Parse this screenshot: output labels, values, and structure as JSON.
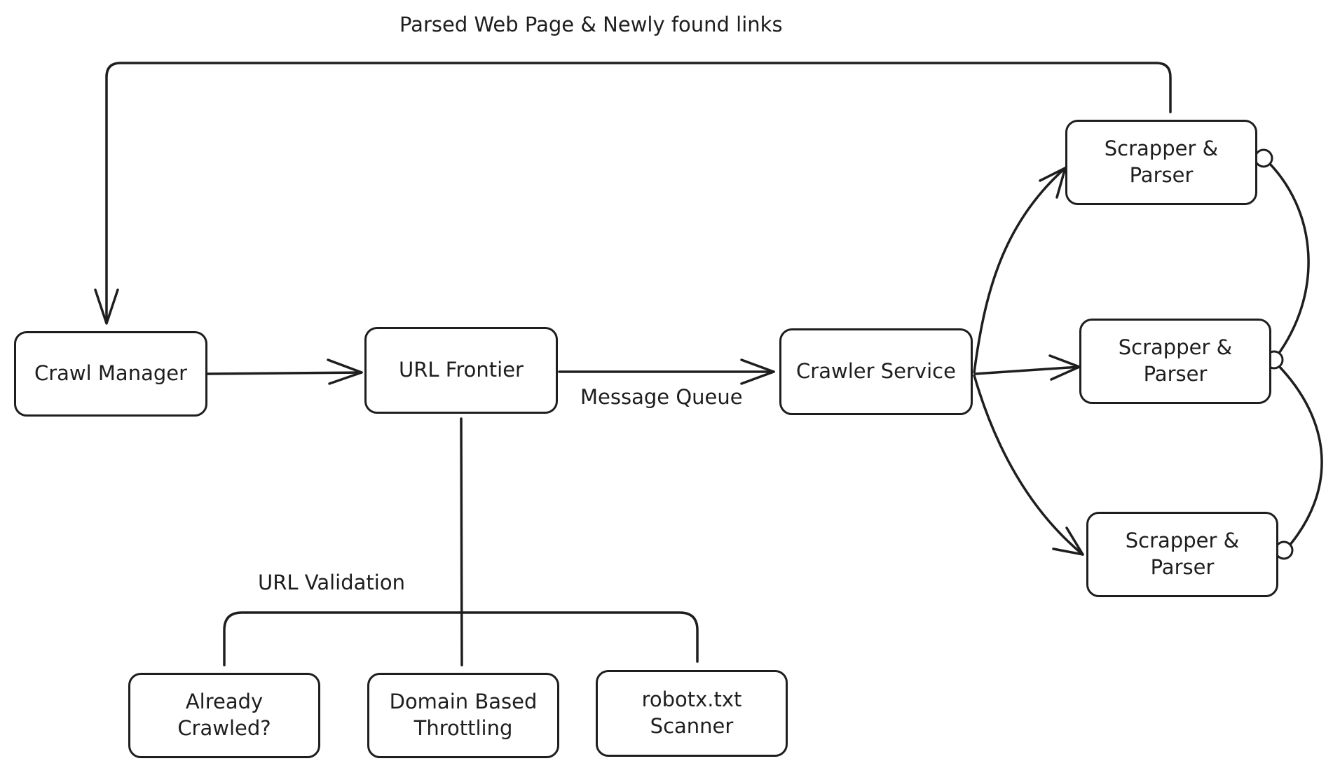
{
  "diagram": {
    "nodes": {
      "crawl_manager": "Crawl Manager",
      "url_frontier": "URL Frontier",
      "crawler_service": "Crawler Service",
      "scrapper_1": "Scrapper &\nParser",
      "scrapper_2": "Scrapper &\nParser",
      "scrapper_3": "Scrapper &\nParser",
      "already_crawled": "Already\nCrawled?",
      "domain_throttling": "Domain Based\nThrottling",
      "robots_scanner": "robotx.txt\nScanner"
    },
    "edge_labels": {
      "feedback": "Parsed Web Page & Newly found links",
      "message_queue": "Message Queue",
      "url_validation": "URL Validation"
    },
    "colors": {
      "stroke": "#1e1e1e",
      "background": "#ffffff"
    }
  }
}
